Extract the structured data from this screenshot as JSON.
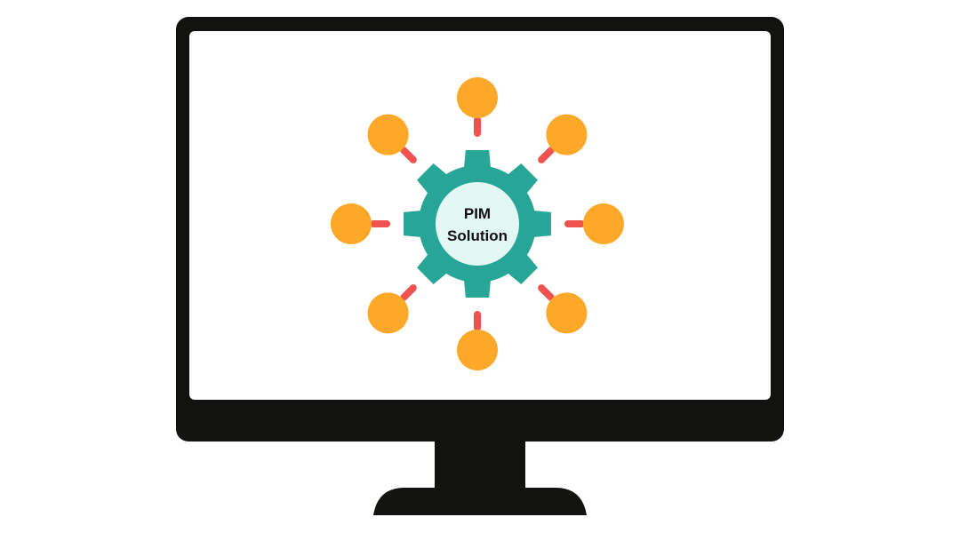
{
  "hub": {
    "label_line1": "PIM",
    "label_line2": "Solution"
  },
  "spoke_count": 8,
  "colors": {
    "monitor": "#121210",
    "screen": "#ffffff",
    "gear": "#27a697",
    "hub_circle": "#e3f7f4",
    "node": "#fea829",
    "connector": "#ef5350",
    "label_text": "#111111"
  }
}
